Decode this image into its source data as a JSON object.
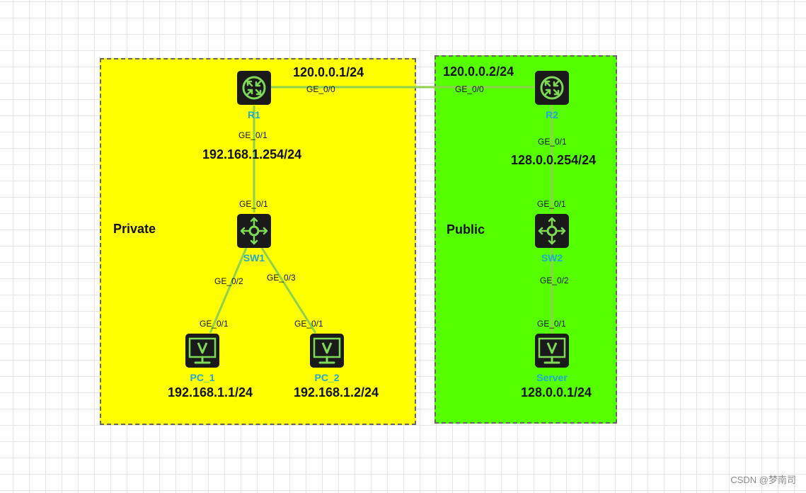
{
  "zones": {
    "private": {
      "label": "Private",
      "color": "#ffff00"
    },
    "public": {
      "label": "Public",
      "color": "#55ff00"
    }
  },
  "devices": {
    "r1": {
      "name": "R1",
      "icon": "router-icon"
    },
    "r2": {
      "name": "R2",
      "icon": "router-icon"
    },
    "sw1": {
      "name": "SW1",
      "icon": "switch-icon"
    },
    "sw2": {
      "name": "SW2",
      "icon": "switch-icon"
    },
    "pc1": {
      "name": "PC_1",
      "icon": "pc-icon"
    },
    "pc2": {
      "name": "PC_2",
      "icon": "pc-icon"
    },
    "server": {
      "name": "Server",
      "icon": "pc-icon"
    }
  },
  "ports": {
    "r1_ge00": "GE_0/0",
    "r2_ge00": "GE_0/0",
    "r1_ge01": "GE_0/1",
    "sw1_ge01": "GE_0/1",
    "sw1_ge02": "GE_0/2",
    "sw1_ge03": "GE_0/3",
    "pc1_ge01": "GE_0/1",
    "pc2_ge01": "GE_0/1",
    "r2_ge01": "GE_0/1",
    "sw2_ge01": "GE_0/1",
    "sw2_ge02": "GE_0/2",
    "server_ge01": "GE_0/1"
  },
  "ips": {
    "r1_ge00": "120.0.0.1/24",
    "r2_ge00": "120.0.0.2/24",
    "r1_ge01": "192.168.1.254/24",
    "r2_ge01": "128.0.0.254/24",
    "pc1": "192.168.1.1/24",
    "pc2": "192.168.1.2/24",
    "server": "128.0.0.1/24"
  },
  "colors": {
    "link": "#8fd14f",
    "device_bg": "#1a1a1a",
    "device_glyph": "#7ed957",
    "device_label": "#1fa8d8"
  },
  "watermark": "CSDN @梦南司"
}
